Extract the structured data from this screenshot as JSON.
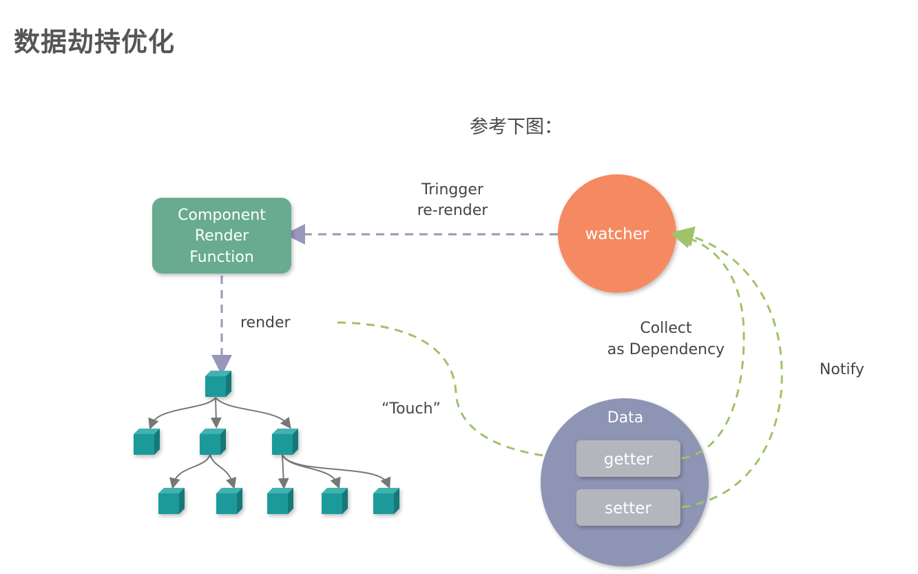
{
  "page": {
    "title": "数据劫持优化",
    "subtitle": "参考下图："
  },
  "diagram": {
    "component": {
      "lines": [
        "Component",
        "Render",
        "Function"
      ],
      "color": "#67ab90"
    },
    "watcher": {
      "label": "watcher",
      "color": "#f58a62"
    },
    "data": {
      "label": "Data",
      "color": "#8e94b4",
      "getter": "getter",
      "setter": "setter",
      "accessor_color": "#b4b6bd"
    },
    "edges": {
      "trigger": [
        "Tringger",
        "re-render"
      ],
      "render": "render",
      "touch": "“Touch”",
      "collect": [
        "Collect",
        "as Dependency"
      ],
      "notify": "Notify"
    },
    "colors": {
      "purple_dash": "#9896bb",
      "green_dash": "#9fc26a",
      "cube": "#1f9a9a",
      "tree_edge": "#777777"
    },
    "vdom_tree": {
      "root": 1,
      "level1": 3,
      "level2": 5
    }
  }
}
